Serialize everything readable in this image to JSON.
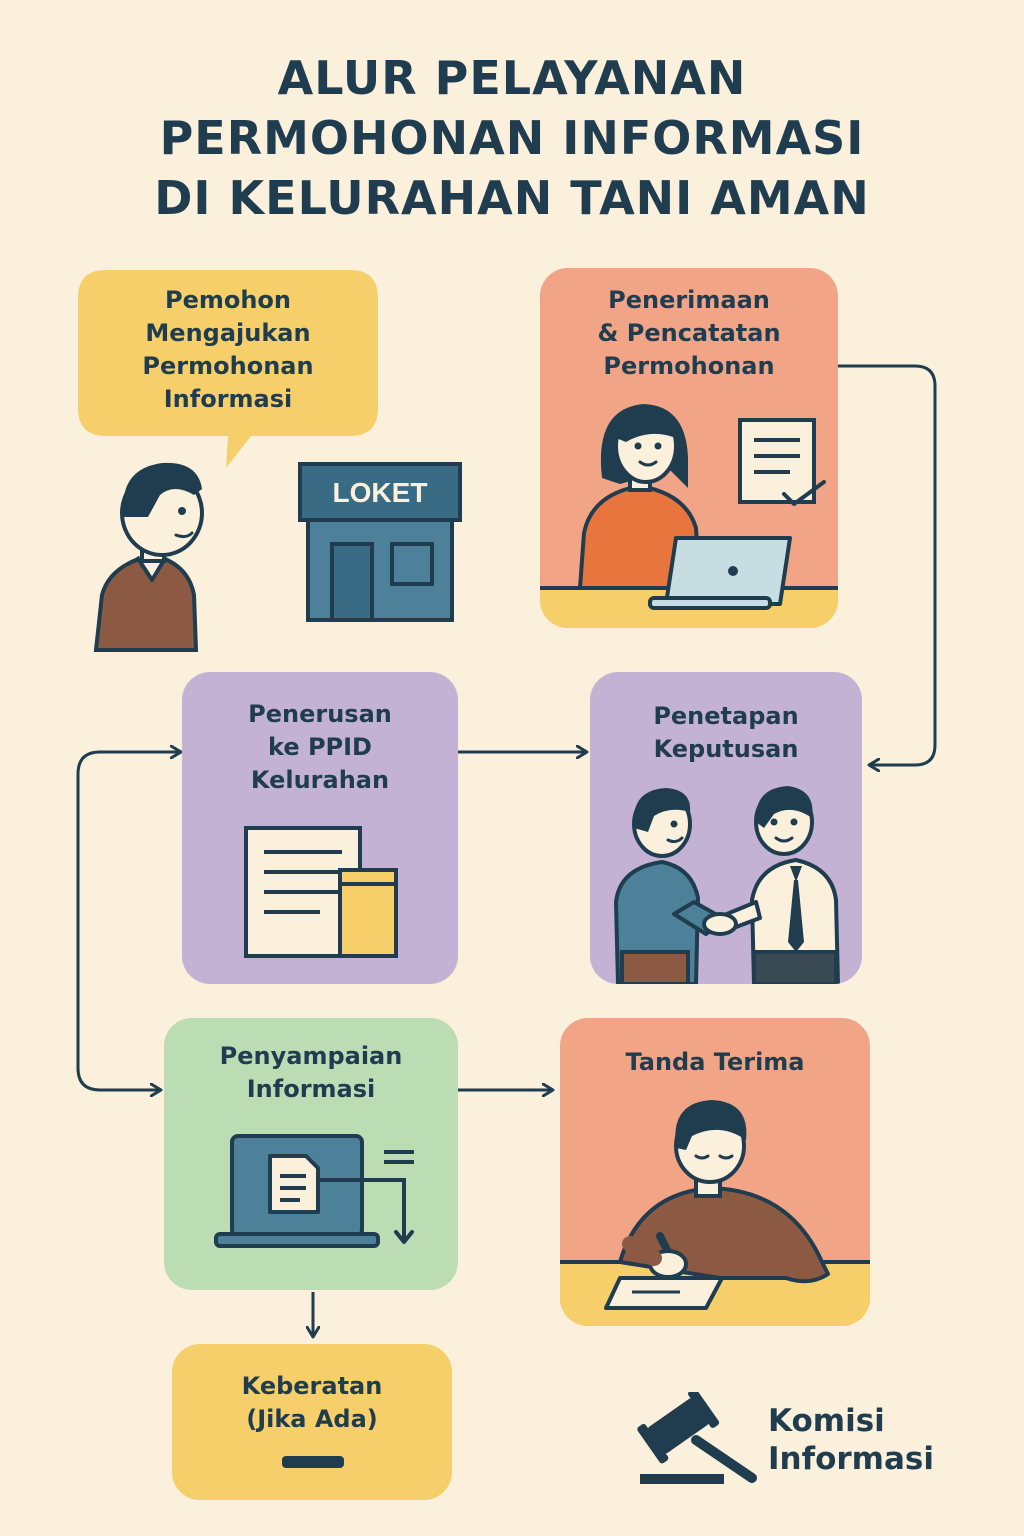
{
  "title": {
    "line1": "ALUR PELAYANAN",
    "line2": "PERMOHONAN INFORMASI",
    "line3": "DI KELURAHAN TANI AMAN"
  },
  "steps": {
    "pemohon": {
      "lines": [
        "Pemohon",
        "Mengajukan",
        "Permohonan",
        "Informasi"
      ]
    },
    "loket": {
      "sign": "LOKET"
    },
    "penerimaan": {
      "lines": [
        "Penerimaan",
        "& Pencatatan",
        "Permohonan"
      ]
    },
    "penerusan": {
      "lines": [
        "Penerusan",
        "ke PPID",
        "Kelurahan"
      ]
    },
    "penetapan": {
      "lines": [
        "Penetapan",
        "Keputusan"
      ]
    },
    "penyampaian": {
      "lines": [
        "Penyampaian",
        "Informasi"
      ]
    },
    "tanda_terima": {
      "lines": [
        "Tanda Terima"
      ]
    },
    "keberatan": {
      "lines": [
        "Keberatan",
        "(Jika Ada)"
      ]
    }
  },
  "brand": {
    "line1": "Komisi",
    "line2": "Informasi"
  },
  "icons": [
    "person-icon",
    "loket-building-icon",
    "laptop-clerk-icon",
    "document-folder-icon",
    "handshake-icon",
    "laptop-document-icon",
    "signing-person-icon",
    "gavel-icon"
  ],
  "colors": {
    "background": "#fbf0dc",
    "text": "#1f3d4f",
    "yellow": "#f6cf6a",
    "salmon": "#f2a586",
    "purple": "#c4b2d4",
    "green": "#bcdcb4"
  }
}
